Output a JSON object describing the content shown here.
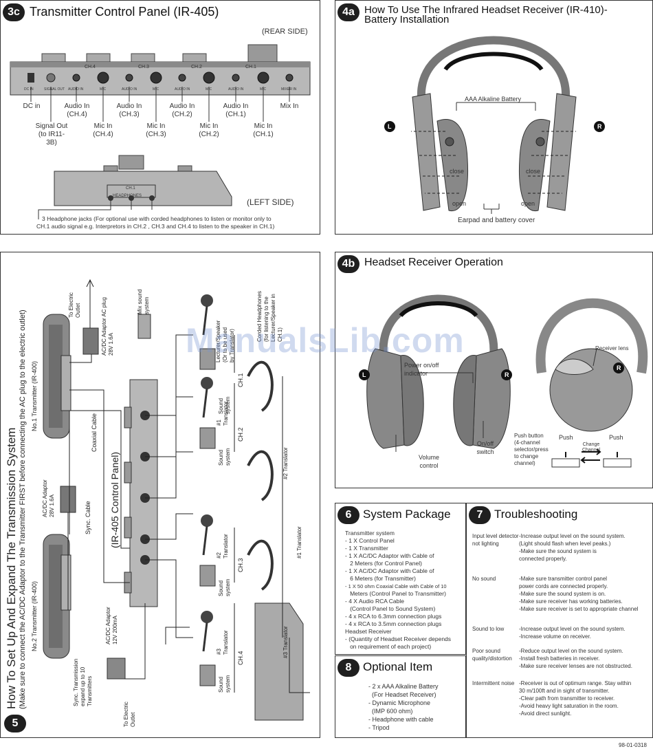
{
  "p3c": {
    "badge": "3c",
    "title": "Transmitter Control Panel (IR-405)",
    "rear_side": "(REAR SIDE)",
    "left_side": "(LEFT SIDE)",
    "channels": [
      "CH.4",
      "CH.3",
      "CH.2",
      "CH.1"
    ],
    "ports": [
      "DC IN",
      "SIGNAL OUT",
      "AUDIO IN",
      "MIC",
      "AUDIO IN",
      "MIC",
      "AUDIO IN",
      "MIC",
      "AUDIO IN",
      "MIC",
      "MIXER IN"
    ],
    "dc_in": "DC in",
    "signal_out": [
      "Signal Out",
      "(to IR11-3B)"
    ],
    "audio_in_ch4": [
      "Audio In",
      "(CH.4)"
    ],
    "audio_in_ch3": [
      "Audio In",
      "(CH.3)"
    ],
    "audio_in_ch2": [
      "Audio In",
      "(CH.2)"
    ],
    "audio_in_ch1": [
      "Audio In",
      "(CH.1)"
    ],
    "mic_in_ch4": [
      "Mic In",
      "(CH.4)"
    ],
    "mic_in_ch3": [
      "Mic In",
      "(CH.3)"
    ],
    "mic_in_ch2": [
      "Mic In",
      "(CH.2)"
    ],
    "mic_in_ch1": [
      "Mic In",
      "(CH.1)"
    ],
    "mix_in": "Mix In",
    "left_ch": "CH.1",
    "headphones": "HEADPHONES",
    "note_line1": "3 Headphone jacks (For optional  use with corded headphones to listen or monitor only to",
    "note_line2": "CH.1 audio signal e.g. Interpretors in CH.2 , CH.3 and CH.4 to listen to the speaker in CH.1)"
  },
  "p4a": {
    "badge": "4a",
    "title_line1": "How To Use The Infrared Headset Receiver (IR-410)-",
    "title_line2": "Battery Installation",
    "battery": "AAA Alkaline Battery",
    "left": "L",
    "right": "R",
    "close_left": "close",
    "close_right": "close",
    "open_left": "open",
    "open_right": "open",
    "cover": "Earpad and battery cover"
  },
  "p4b": {
    "badge": "4b",
    "title": "Headset Receiver Operation",
    "left": "L",
    "right": "R",
    "power_indicator": [
      "Power on/off",
      "indicator"
    ],
    "volume": [
      "Volume",
      "control"
    ],
    "onoff": [
      "On/off",
      "switch"
    ],
    "receiver_lens": "Receiver lens",
    "push_button": [
      "Push button",
      "(4-channel",
      "selector/press",
      "to change",
      "channel)"
    ],
    "push_a": "Push",
    "push_b": "Push",
    "change_channel": [
      "Change",
      "Channel"
    ]
  },
  "p5": {
    "badge": "5",
    "title": "How To Set Up And Expand The Transmission System",
    "subtitle": "(Make sure to connect the AC/DC Adaptor to the Transmitter FIRST before connecting the AC plug to the electric outlet)",
    "no1": "No.1 Transmitter (IR-400)",
    "no2": "No.2 Transmitter (IR-400)",
    "to_outlet_top": [
      "To Electric",
      "Outlet"
    ],
    "adaptor_top": [
      "AC/DC Adaptor  AC plug",
      "28V 1.6A"
    ],
    "adaptor_mid": [
      "AC/DC Adaptor",
      "28V 1.6A"
    ],
    "coaxial": "Coaxial Cable",
    "sync_cable": "Sync. Cable",
    "sync_expand": [
      "Sync. Transmission",
      "expand up to 10",
      "Transmitters"
    ],
    "control_panel": "(IR-405 Control Panel)",
    "adaptor_bottom": [
      "AC/DC Adaptor",
      "12V 200mA"
    ],
    "to_outlet_bottom": [
      "To Electric",
      "Outlet"
    ],
    "mix_sound": [
      "Mix sound",
      "system"
    ],
    "sound_system": [
      "Sound",
      "system"
    ],
    "lecturer": [
      "Lecturer/Speaker",
      "(Or to be used",
      "by Translator)"
    ],
    "corded": [
      "Corded Headphones",
      "(for listening to the",
      "Lecturer/Speaker in",
      "CH.1)"
    ],
    "translator1": [
      "#1",
      "Translator"
    ],
    "translator2": [
      "#2",
      "Translator"
    ],
    "translator3": [
      "#3",
      "Translator"
    ],
    "hp3": "#3 Translator",
    "hp2": "#2 Translator",
    "hp1": "#1 Translator",
    "ch1": "CH.1",
    "ch2": "CH.2",
    "ch3": "CH.3",
    "ch4": "CH.4"
  },
  "p6": {
    "badge": "6",
    "title": "System Package",
    "items": [
      "Transmitter system",
      "- 1 X Control Panel",
      "- 1 X Transmitter",
      "- 1 X AC/DC Adaptor with Cable of",
      "   2 Meters (for Control Panel)",
      "- 1 X AC/DC Adaptor with Cable of",
      "   6 Meters (for Transmitter)",
      "- 1 X 50 ohm Coaxial Cable with Cable of 10",
      "   Meters (Control Panel to Transmitter)",
      "- 4 X Audio RCA Cable",
      "   (Control Panel to Sound System)",
      "- 4 x RCA to 6.3mm connection plugs",
      "- 4 x RCA to 3.5mm connection plugs",
      "Headset Receiver",
      "- (Quantity of Headset Receiver depends",
      "   on requirement of each project)"
    ]
  },
  "p7": {
    "badge": "7",
    "title": "Troubleshooting",
    "rows": [
      {
        "problem": "Input level detector not lighting",
        "fixes": [
          "-Increase output level on the sound system.",
          "(Light should flash when level peaks.)",
          "-Make sure the sound system is",
          "connected properly."
        ]
      },
      {
        "problem": "No sound",
        "fixes": [
          "-Make sure transmitter control panel",
          "power cords are connected properly.",
          "-Make sure the sound system is on.",
          "-Make sure receiver has working batteries.",
          "-Make sure receiver is set to appropriate channel"
        ]
      },
      {
        "problem": "Sound to low",
        "fixes": [
          "-Increase output level on the sound system.",
          "-Increase volume on receiver."
        ]
      },
      {
        "problem": "Poor sound quality/distortion",
        "fixes": [
          "-Reduce output level on the sound system.",
          "-Install fresh batteries in receiver.",
          "-Make sure receiver lenses are not obstructed."
        ]
      },
      {
        "problem": "Intermittent noise",
        "fixes": [
          "-Receiver is out of optimum range. Stay within",
          "30 m/100ft and in sight of transmitter.",
          "-Clear path from transmitter to receiver.",
          "-Avoid heavy light saturation in the room.",
          "-Avoid direct sunlight."
        ]
      }
    ]
  },
  "p8": {
    "badge": "8",
    "title": "Optional Item",
    "items": [
      "- 2 x AAA Alkaline Battery",
      "  (For Headset Receiver)",
      "- Dynamic Microphone",
      "  (IMP 600 ohm)",
      "- Headphone with cable",
      "- Tripod"
    ]
  },
  "footer": "98-01-0318",
  "watermark": "ManualsLib.com"
}
